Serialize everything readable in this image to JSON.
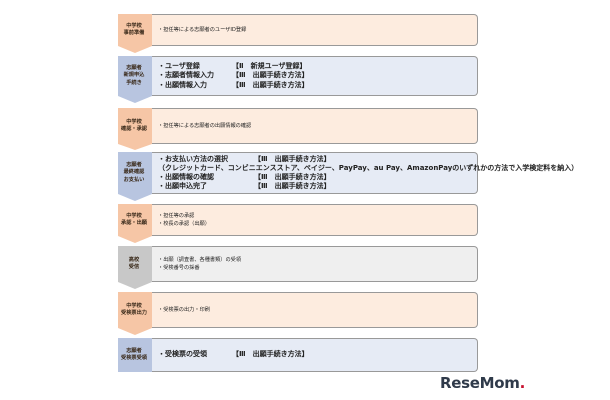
{
  "colors": {
    "orange_tag": "#f6c6a6",
    "orange_box": "#fdecdf",
    "blue_tag": "#b8c5e0",
    "blue_box": "#e6ebf5",
    "gray_tag": "#c8c8c8",
    "gray_box": "#efefef"
  },
  "steps": [
    {
      "tag": "中学校\n事前準備",
      "theme": "orange",
      "style": "small",
      "lines": [
        "・担任等による志願者のユーザID登録"
      ]
    },
    {
      "tag": "志願者\n新規申込\n手続き",
      "theme": "blue",
      "style": "big",
      "lines": [
        {
          "text": "・ユーザ登録",
          "ref": "【Ⅱ　新規ユーザ登録】"
        },
        {
          "text": "・志願者情報入力",
          "ref": "【Ⅲ　出願手続き方法】"
        },
        {
          "text": "・出願情報入力",
          "ref": "【Ⅲ　出願手続き方法】"
        }
      ]
    },
    {
      "tag": "中学校\n確認・承認",
      "theme": "orange",
      "style": "small",
      "lines": [
        "・担任等による志願者の出願情報の確認"
      ]
    },
    {
      "tag": "志願者\n最終確認\nお支払い",
      "theme": "blue",
      "style": "big",
      "lines": [
        {
          "text": "・お支払い方法の選択",
          "ref": "【Ⅲ　出願手続き方法】"
        },
        {
          "note": "（クレジットカード、コンビニエンスストア、ペイジー、PayPay、au Pay、AmazonPayのいずれかの方法で入学検定料を納入）"
        },
        {
          "text": "・出願情報の確認",
          "ref": "【Ⅲ　出願手続き方法】"
        },
        {
          "text": "・出願申込完了",
          "ref": "【Ⅲ　出願手続き方法】"
        }
      ]
    },
    {
      "tag": "中学校\n承認・出願",
      "theme": "orange",
      "style": "small",
      "lines": [
        "・担任等の承認",
        "・校長の承認（出願）"
      ]
    },
    {
      "tag": "高校\n受信",
      "theme": "gray",
      "style": "small",
      "lines": [
        "・出願（調査書、各種書類）の受領",
        "・受検番号の採番"
      ]
    },
    {
      "tag": "中学校\n受検票出力",
      "theme": "orange",
      "style": "small",
      "lines": [
        "・受検票の出力・印刷"
      ]
    },
    {
      "tag": "志願者\n受検票受領",
      "theme": "blue",
      "style": "big",
      "lines": [
        {
          "text": "・受検票の受領",
          "ref": "【Ⅲ　出願手続き方法】"
        }
      ]
    }
  ],
  "logo": {
    "main": "ReseMom",
    "dot": "."
  }
}
